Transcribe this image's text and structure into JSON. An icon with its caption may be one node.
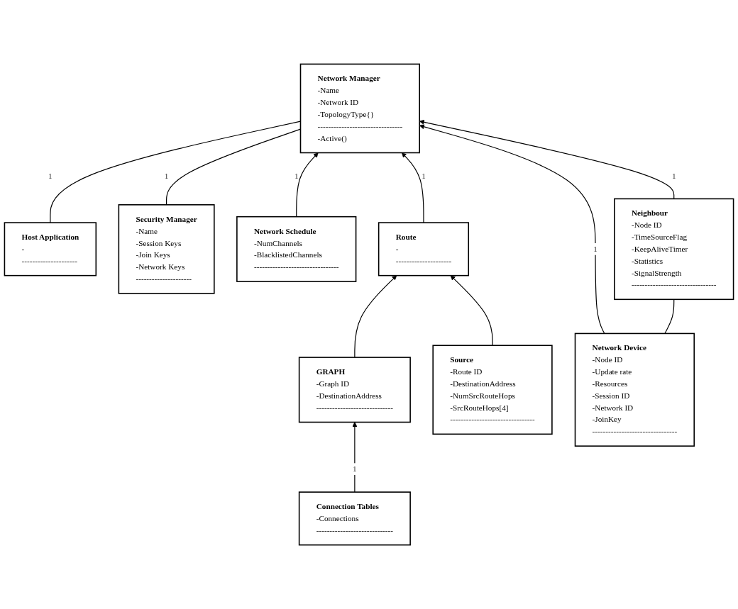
{
  "diagram": {
    "nodes": [
      {
        "text": [
          "Host Application",
          "-",
          "---------------------"
        ]
      },
      {
        "text": [
          "Network Manager",
          "-Name",
          "-Network ID",
          "-TopologyType{}",
          "--------------------------------",
          "-Active()"
        ]
      },
      {
        "text": [
          "Security Manager",
          "-Name",
          "-Session Keys",
          "-Join Keys",
          "-Network Keys",
          "---------------------"
        ]
      },
      {
        "text": [
          "Network Schedule",
          "-NumChannels",
          "-BlacklistedChannels",
          "--------------------------------"
        ]
      },
      {
        "text": [
          "Route",
          "-",
          "---------------------"
        ]
      },
      {
        "text": [
          "GRAPH",
          "-Graph ID",
          "-DestinationAddress",
          "-----------------------------"
        ]
      },
      {
        "text": [
          "Source",
          "-Route ID",
          "-DestinationAddress",
          "-NumSrcRouteHops",
          "-SrcRouteHops[4]",
          "--------------------------------"
        ]
      },
      {
        "text": [
          "Network Device",
          "-Node ID",
          "-Update rate",
          "-Resources",
          "-Session ID",
          "-Network ID",
          "-JoinKey",
          "--------------------------------"
        ]
      },
      {
        "text": [
          "Neighbour",
          "-Node ID",
          "-TimeSourceFlag",
          "-KeepAliveTimer",
          "-Statistics",
          "-SignalStrength",
          "--------------------------------"
        ]
      },
      {
        "text": [
          "Connection Tables",
          "-Connections",
          "-----------------------------"
        ]
      }
    ],
    "edges": [
      {
        "from": 0,
        "to": 1,
        "arrow": "none",
        "label": "1"
      },
      {
        "from": 2,
        "to": 1,
        "arrow": "none",
        "label": "1"
      },
      {
        "from": 3,
        "to": 1,
        "arrow": "to",
        "label": "1"
      },
      {
        "from": 4,
        "to": 1,
        "arrow": "to",
        "label": "1"
      },
      {
        "from": 7,
        "to": 1,
        "arrow": "to",
        "label": "1"
      },
      {
        "from": 8,
        "to": 1,
        "arrow": "to",
        "label": "1"
      },
      {
        "from": 5,
        "to": 4,
        "arrow": "to"
      },
      {
        "from": 6,
        "to": 4,
        "arrow": "to"
      },
      {
        "from": 9,
        "to": 5,
        "arrow": "to",
        "label": "1"
      },
      {
        "from": 7,
        "to": 8,
        "arrow": "none"
      }
    ]
  }
}
